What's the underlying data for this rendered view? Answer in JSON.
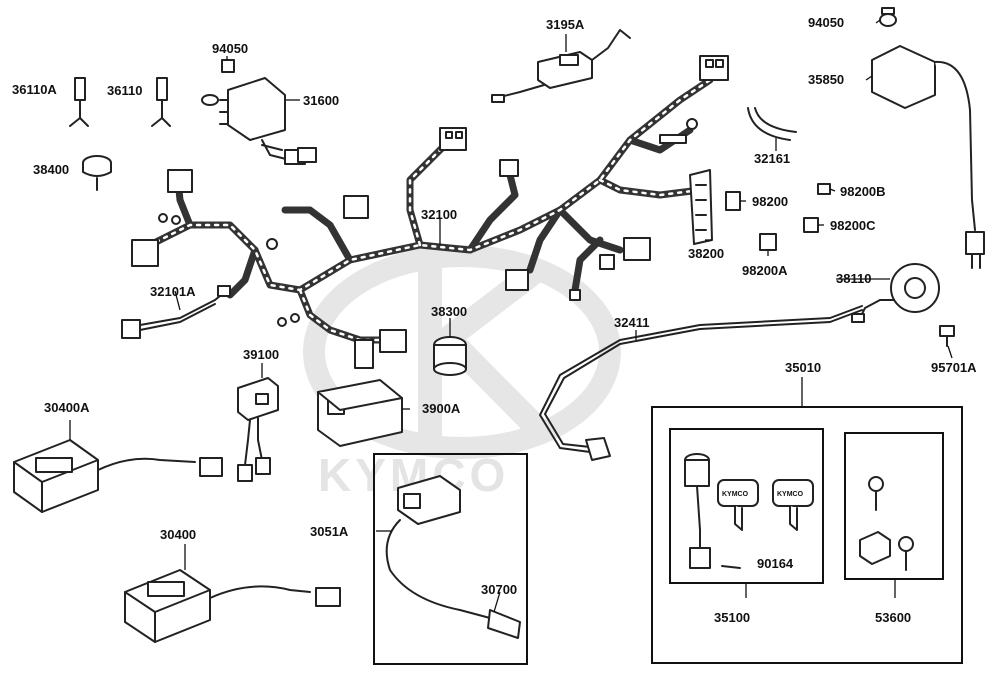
{
  "watermark": {
    "brand": "KYMCO"
  },
  "parts": {
    "p36110A": "36110A",
    "p36110": "36110",
    "p94050_top": "94050",
    "p31600": "31600",
    "p3195A": "3195A",
    "p94050_right": "94050",
    "p35850": "35850",
    "p38400": "38400",
    "p32161": "32161",
    "p98200": "98200",
    "p98200B": "98200B",
    "p98200C": "98200C",
    "p32100": "32100",
    "p38200": "38200",
    "p98200A": "98200A",
    "p38110": "38110",
    "p32101A": "32101A",
    "p38300": "38300",
    "p32411": "32411",
    "p39100": "39100",
    "p95701A": "95701A",
    "p35010": "35010",
    "p30400A": "30400A",
    "p3900A": "3900A",
    "p3051A": "3051A",
    "p30400": "30400",
    "p30700": "30700",
    "p90164": "90164",
    "p35100": "35100",
    "p53600": "53600"
  },
  "key_brand": "KYMCO"
}
